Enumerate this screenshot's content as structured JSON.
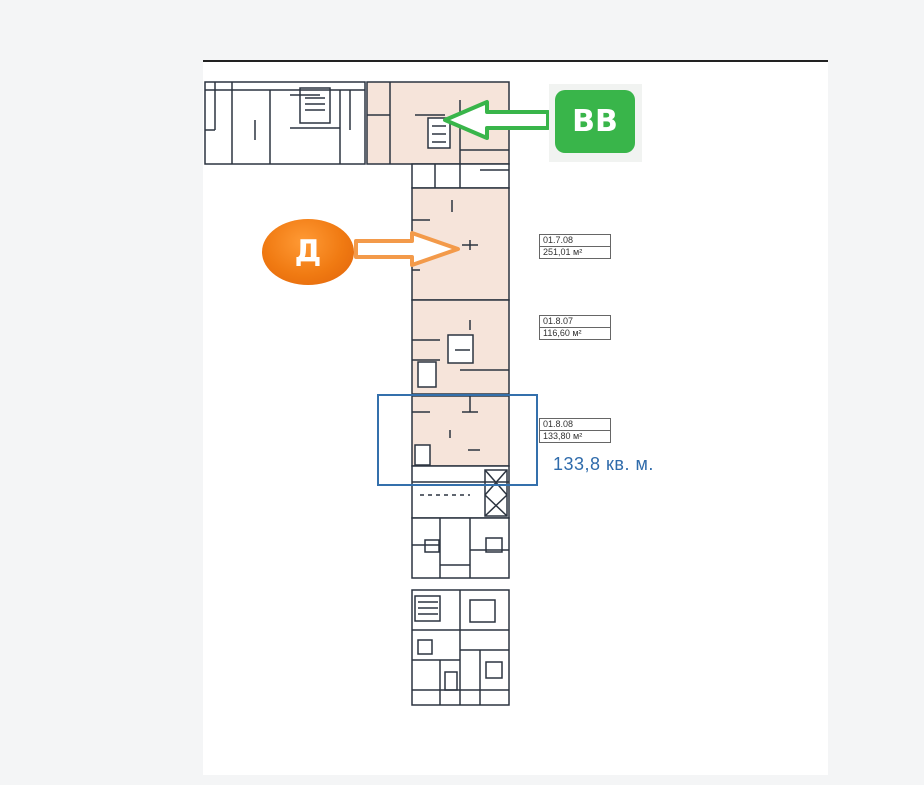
{
  "badges": {
    "bb": "BB",
    "d": "Д"
  },
  "units": [
    {
      "code": "01.7.08",
      "area": "251,01 м²"
    },
    {
      "code": "01.8.07",
      "area": "116,60 м²"
    },
    {
      "code": "01.8.08",
      "area": "133,80 м²"
    }
  ],
  "highlight_text": "133,8 кв.  м.",
  "colors": {
    "bb_green": "#39b54a",
    "d_orange": "#f07a12",
    "highlight_blue": "#3470ac",
    "room_fill": "#f6e4da",
    "wall": "#2c3440"
  }
}
